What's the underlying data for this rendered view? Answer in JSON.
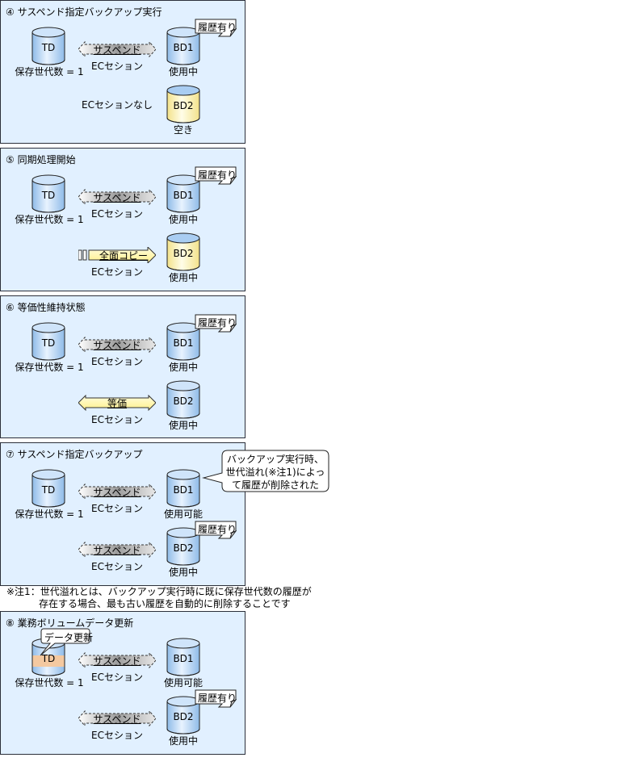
{
  "colors": {
    "panel_bg": "#e1f0ff",
    "panel_border": "#2b2f3a",
    "disk_blue": "#a9cdf2",
    "disk_yellow": "#fff4a8",
    "disk_update_band": "#f4c9a0",
    "arrow_suspend": "#b8b8b8",
    "arrow_equal": "#fff3a0"
  },
  "panels": [
    {
      "title": "④ サスペンド指定バックアップ実行",
      "td": {
        "label": "TD",
        "caption": "保存世代数 = 1"
      },
      "bd1": {
        "label": "BD1",
        "caption": "使用中",
        "badge": "履歴有り"
      },
      "bd2": {
        "label": "BD2",
        "caption": "空き",
        "color": "yellow"
      },
      "link1": {
        "type": "suspend",
        "label": "サスペンド",
        "session": "ECセション"
      },
      "link2": {
        "type": "none",
        "label": "",
        "session": "ECセションなし"
      }
    },
    {
      "title": "⑤ 同期処理開始",
      "td": {
        "label": "TD",
        "caption": "保存世代数 = 1"
      },
      "bd1": {
        "label": "BD1",
        "caption": "使用中",
        "badge": "履歴有り"
      },
      "bd2": {
        "label": "BD2",
        "caption": "使用中",
        "color": "yellow"
      },
      "link1": {
        "type": "suspend",
        "label": "サスペンド",
        "session": "ECセション"
      },
      "link2": {
        "type": "copy",
        "label": "全面コピー",
        "session": "ECセション"
      }
    },
    {
      "title": "⑥ 等価性維持状態",
      "td": {
        "label": "TD",
        "caption": "保存世代数 = 1"
      },
      "bd1": {
        "label": "BD1",
        "caption": "使用中",
        "badge": "履歴有り"
      },
      "bd2": {
        "label": "BD2",
        "caption": "使用中",
        "color": "blue"
      },
      "link1": {
        "type": "suspend",
        "label": "サスペンド",
        "session": "ECセション"
      },
      "link2": {
        "type": "equal",
        "label": "等価",
        "session": "ECセション"
      }
    },
    {
      "title": "⑦ サスペンド指定バックアップ",
      "td": {
        "label": "TD",
        "caption": "保存世代数 = 1"
      },
      "bd1": {
        "label": "BD1",
        "caption": "使用可能",
        "badge": ""
      },
      "bd2": {
        "label": "BD2",
        "caption": "使用中",
        "color": "blue",
        "badge": "履歴有り"
      },
      "link1": {
        "type": "suspend",
        "label": "サスペンド",
        "session": "ECセション"
      },
      "link2": {
        "type": "suspend",
        "label": "サスペンド",
        "session": "ECセション"
      },
      "callout": [
        "バックアップ実行時、",
        "世代溢れ(※注1)によっ",
        "て履歴が削除された"
      ]
    },
    {
      "title": "⑧ 業務ボリュームデータ更新",
      "td": {
        "label": "TD",
        "caption": "保存世代数 = 1",
        "badge": "データ更新"
      },
      "bd1": {
        "label": "BD1",
        "caption": "使用可能",
        "badge": ""
      },
      "bd2": {
        "label": "BD2",
        "caption": "使用中",
        "color": "blue",
        "badge": "履歴有り"
      },
      "link1": {
        "type": "suspend",
        "label": "サスペンド",
        "session": "ECセション"
      },
      "link2": {
        "type": "suspend",
        "label": "サスペンド",
        "session": "ECセション"
      }
    }
  ],
  "footnote": {
    "line1": "※注1：世代溢れとは、バックアップ実行時に既に保存世代数の履歴が",
    "line2": "存在する場合、最も古い履歴を自動的に削除することです"
  }
}
